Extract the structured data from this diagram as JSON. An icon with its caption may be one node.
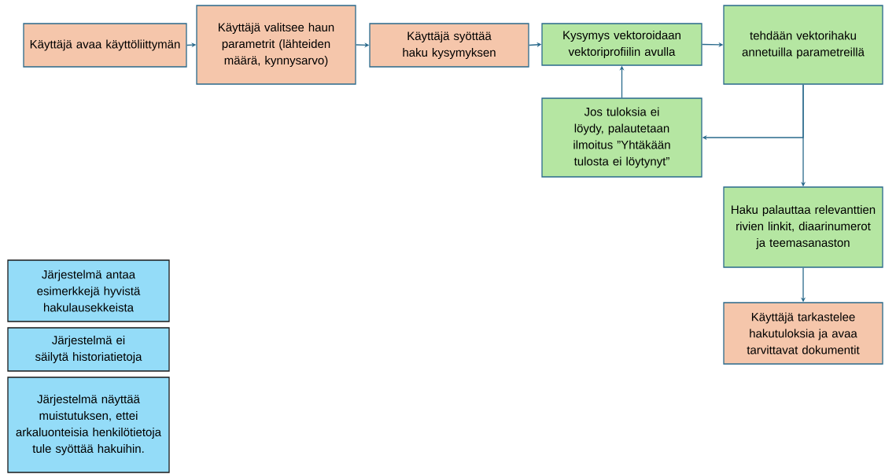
{
  "diagram": {
    "nodes": [
      {
        "text": [
          "Käyttäjä avaa käyttöliittymän"
        ]
      },
      {
        "text": [
          "Käyttäjä valitsee haun parametrit (lähteiden määrä, kynnysarvo)"
        ]
      },
      {
        "text": [
          "Käyttäjä syöttää haku kysymyksen"
        ]
      },
      {
        "text": [
          "Kysymys vektoroidaan vektoriprofiilin avulla"
        ]
      },
      {
        "text": [
          "tehdään vektorihaku annetuilla parametreillä"
        ]
      },
      {
        "text": [
          "Jos tuloksia ei löydy, palautetaan ilmoitus ”Yhtäkään tulosta ei löytynyt”"
        ]
      },
      {
        "text": [
          "Haku palauttaa relevanttien rivien linkit, diaarinumerot ja teemasanaston"
        ]
      },
      {
        "text": [
          "Käyttäjä tarkastelee hakutuloksia ja avaa tarvittavat dokumentit"
        ]
      },
      {
        "text": [
          "Järjestelmä antaa esimerkkejä hyvistä hakulausekkeista"
        ]
      },
      {
        "text": [
          "Järjestelmä ei säilytä historiatietoja"
        ]
      },
      {
        "text": [
          "Järjestelmä näyttää muistutuksen, ettei arkaluonteisia henkilötietoja tule syöttää hakuihin."
        ]
      }
    ],
    "edges": [
      {
        "from": 0,
        "to": 1,
        "arrow": "to"
      },
      {
        "from": 1,
        "to": 2,
        "arrow": "to"
      },
      {
        "from": 2,
        "to": 3,
        "arrow": "to"
      },
      {
        "from": 3,
        "to": 4,
        "arrow": "to"
      },
      {
        "from": 4,
        "to": 5,
        "arrow": "to"
      },
      {
        "from": 4,
        "to": 6,
        "arrow": "to"
      },
      {
        "from": 5,
        "to": 3,
        "arrow": "to"
      },
      {
        "from": 6,
        "to": 7,
        "arrow": "to"
      }
    ]
  }
}
